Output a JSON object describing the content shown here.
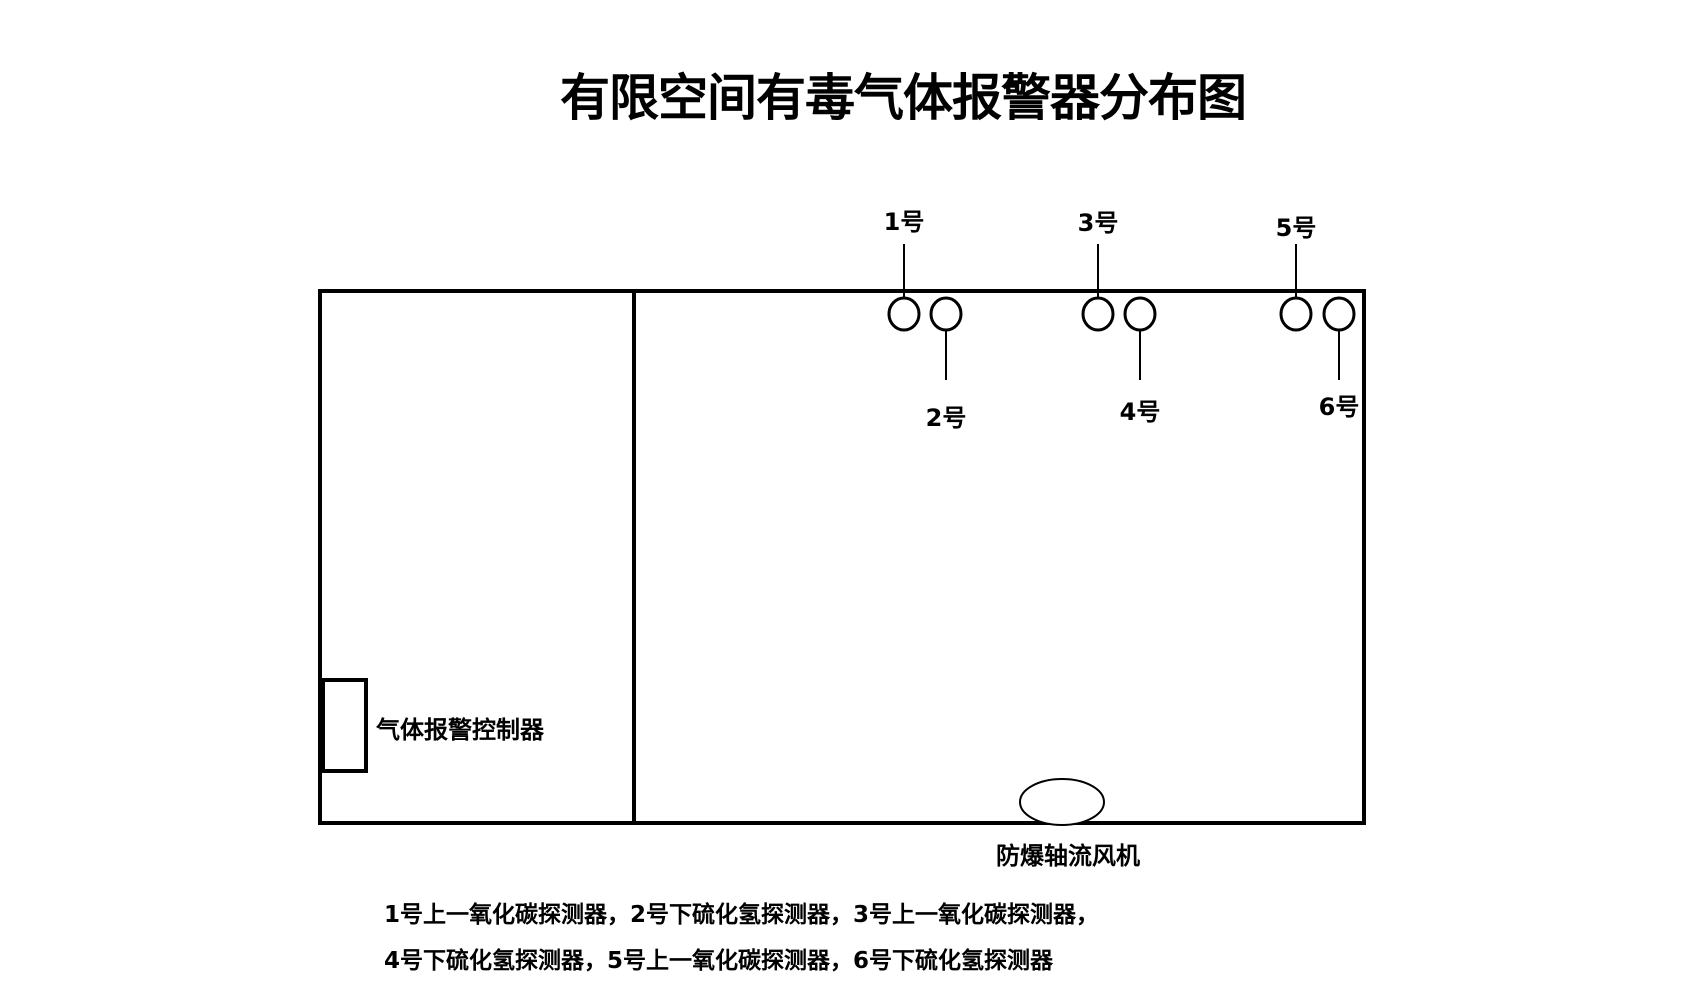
{
  "title": "有限空间有毒气体报警器分布图",
  "detectors": [
    {
      "label": "1号",
      "position": "上"
    },
    {
      "label": "2号",
      "position": "下"
    },
    {
      "label": "3号",
      "position": "上"
    },
    {
      "label": "4号",
      "position": "下"
    },
    {
      "label": "5号",
      "position": "上"
    },
    {
      "label": "6号",
      "position": "下"
    }
  ],
  "controller_label": "气体报警控制器",
  "fan_label": "防爆轴流风机",
  "legend": [
    "1号上一氧化碳探测器，2号下硫化氢探测器，3号上一氧化碳探测器，",
    "4号下硫化氢探测器，5号上一氧化碳探测器，6号下硫化氢探测器"
  ]
}
